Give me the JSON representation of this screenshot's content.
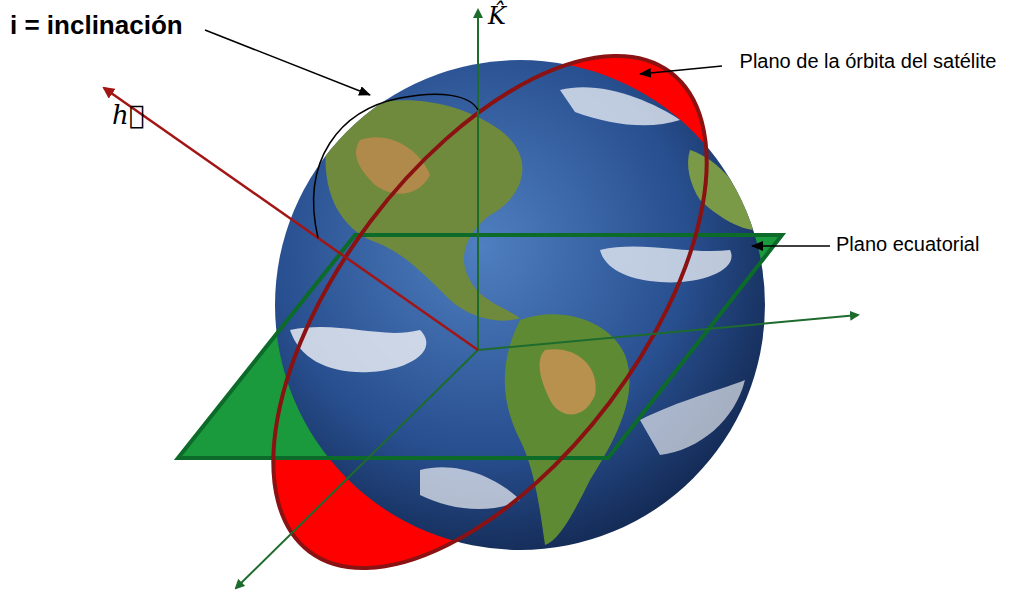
{
  "diagram": {
    "labels": [
      "i = inclinación",
      "K̂",
      "h⃗",
      "Plano de la órbita del satélite",
      "Plano ecuatorial"
    ]
  }
}
